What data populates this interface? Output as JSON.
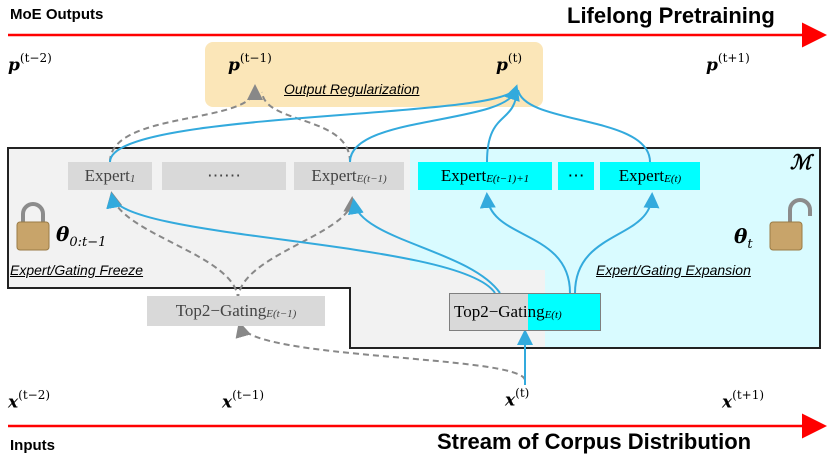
{
  "header": {
    "outputs_label": "MoE Outputs",
    "title_top": "Lifelong Pretraining",
    "inputs_label": "Inputs",
    "title_bottom": "Stream of Corpus Distribution"
  },
  "outputs": {
    "p_tm2": {
      "base": "p",
      "sup": "(t−2)"
    },
    "p_tm1": {
      "base": "p",
      "sup": "(t−1)"
    },
    "p_t": {
      "base": "p",
      "sup": "(t)"
    },
    "p_tp1": {
      "base": "p",
      "sup": "(t+1)"
    },
    "regularization_label": "Output Regularization"
  },
  "inputs": {
    "x_tm2": {
      "base": "x",
      "sup": "(t−2)"
    },
    "x_tm1": {
      "base": "x",
      "sup": "(t−1)"
    },
    "x_t": {
      "base": "x",
      "sup": "(t)"
    },
    "x_tp1": {
      "base": "x",
      "sup": "(t+1)"
    }
  },
  "model": {
    "symbol": "ℳ",
    "frozen": {
      "expert_1": {
        "base": "Expert",
        "sub": "1"
      },
      "ellipsis": "⋯⋯",
      "expert_last": {
        "base": "Expert",
        "sub": "E(t−1)"
      },
      "theta": {
        "base": "θ",
        "sub": "0:t−1"
      },
      "caption": "Expert/Gating Freeze",
      "gating": {
        "base": "Top2−Gating",
        "sub": "E(t−1)"
      }
    },
    "expanded": {
      "expert_first": {
        "base": "Expert",
        "sub": "E(t−1)+1"
      },
      "ellipsis": "⋯",
      "expert_last": {
        "base": "Expert",
        "sub": "E(t)"
      },
      "theta": {
        "base": "θ",
        "sub": "t"
      },
      "caption": "Expert/Gating Expansion",
      "gating_part1": "Top2−Gati",
      "gating_part2": {
        "base": "ng",
        "sub": "E(t)"
      }
    }
  },
  "colors": {
    "arrow_red": "#ff0000",
    "new_cyan": "#00ffff",
    "new_region": "#d9fbff",
    "old_gray": "#d9d9d9",
    "blue_arrow": "#33aadd",
    "dashed_gray": "#888888",
    "output_bg": "#fbe6b8"
  },
  "icons": {
    "locked": "padlock-closed-icon",
    "unlocked": "padlock-open-icon"
  }
}
